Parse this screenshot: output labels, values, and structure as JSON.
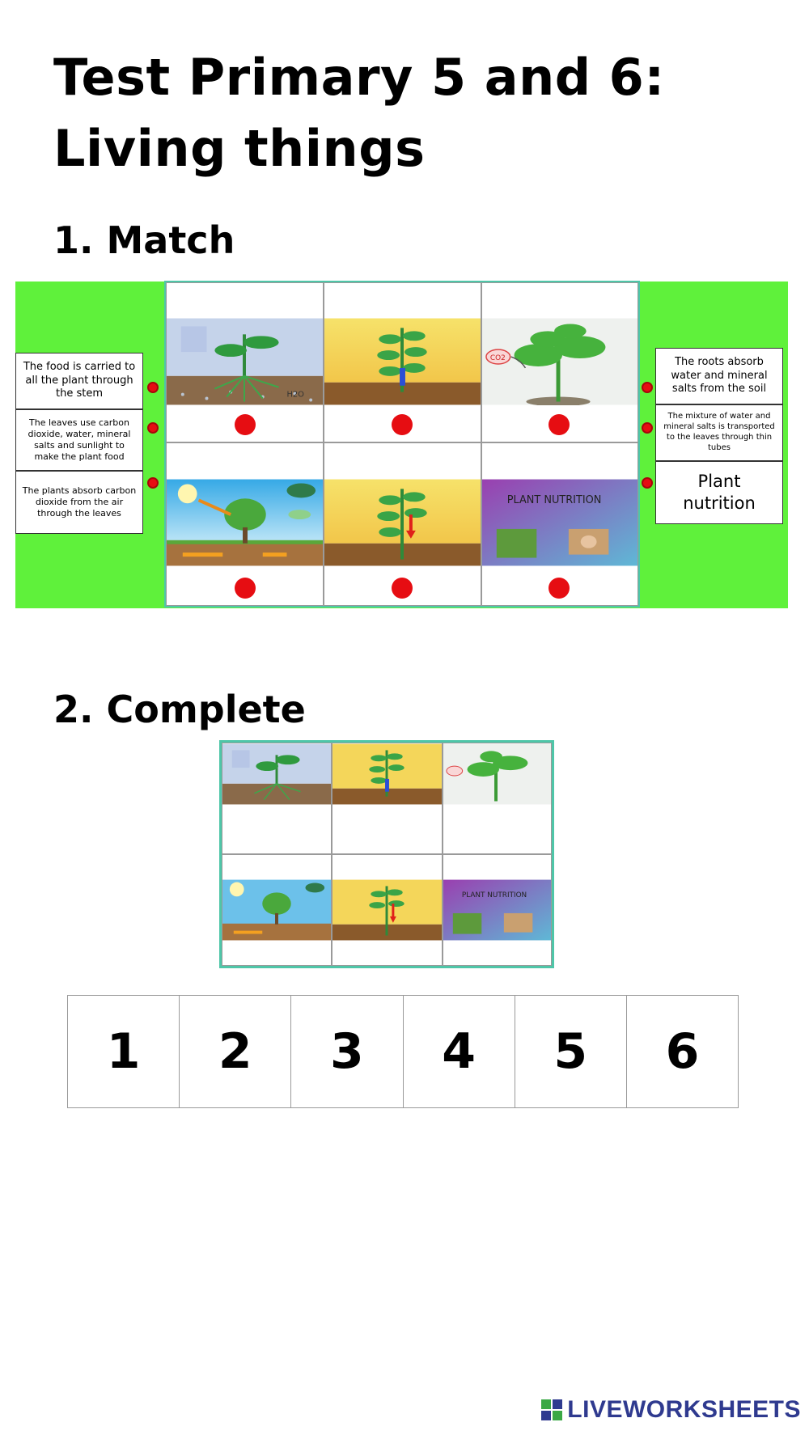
{
  "page": {
    "title_line1": "Test Primary 5 and 6:",
    "title_line2": "Living things"
  },
  "match": {
    "heading": "1. Match",
    "left_cards": [
      "The food is carried to all the plant through the stem",
      "The leaves use carbon dioxide, water, mineral salts and sunlight to make the plant food",
      "The plants absorb carbon dioxide from the air through the leaves"
    ],
    "right_cards": [
      "The roots absorb water and mineral salts from the soil",
      "The mixture of water and mineral salts is transported to the leaves through thin tubes",
      "Plant nutrition"
    ],
    "images": {
      "co2_label": "CO2",
      "h2o_label": "H2O",
      "plant_nutrition_label": "PLANT NUTRITION"
    }
  },
  "complete": {
    "heading": "2. Complete",
    "answer_numbers": [
      "1",
      "2",
      "3",
      "4",
      "5",
      "6"
    ]
  },
  "branding": {
    "logo_text": "LIVEWORKSHEETS",
    "logo_icon": "liveworksheets-logo-icon"
  },
  "colors": {
    "panel_green": "#5ff13b",
    "frame_teal": "#4ec6a8",
    "dot_red": "#e60d12",
    "logo_blue": "#2f3a8f"
  }
}
